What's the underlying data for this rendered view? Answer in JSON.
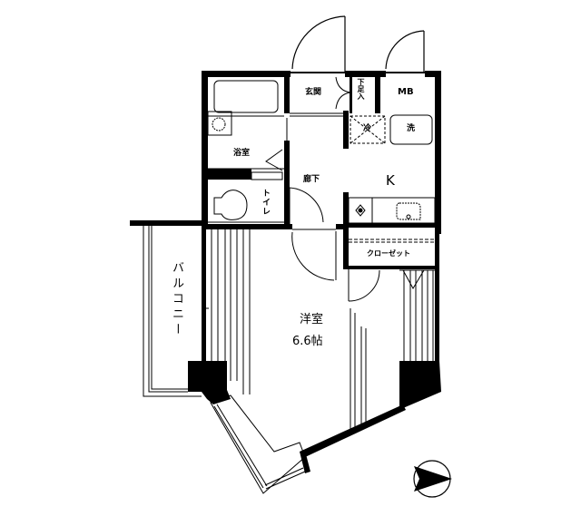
{
  "plan": {
    "rooms": {
      "entrance": "玄関",
      "shoe_cabinet": "下足入",
      "meter_box": "MB",
      "bath": "浴室",
      "corridor": "廊下",
      "toilet": "トイレ",
      "kitchen": "K",
      "fridge": "冷",
      "washer": "洗",
      "closet": "クローゼット",
      "balcony": "バルコニー",
      "western_room": "洋室",
      "western_room_size": "6.6帖"
    },
    "compass": {
      "icon": "north-arrow-icon",
      "direction": "east"
    },
    "colors": {
      "wall": "#000000",
      "background": "#ffffff",
      "line": "#000000"
    }
  }
}
